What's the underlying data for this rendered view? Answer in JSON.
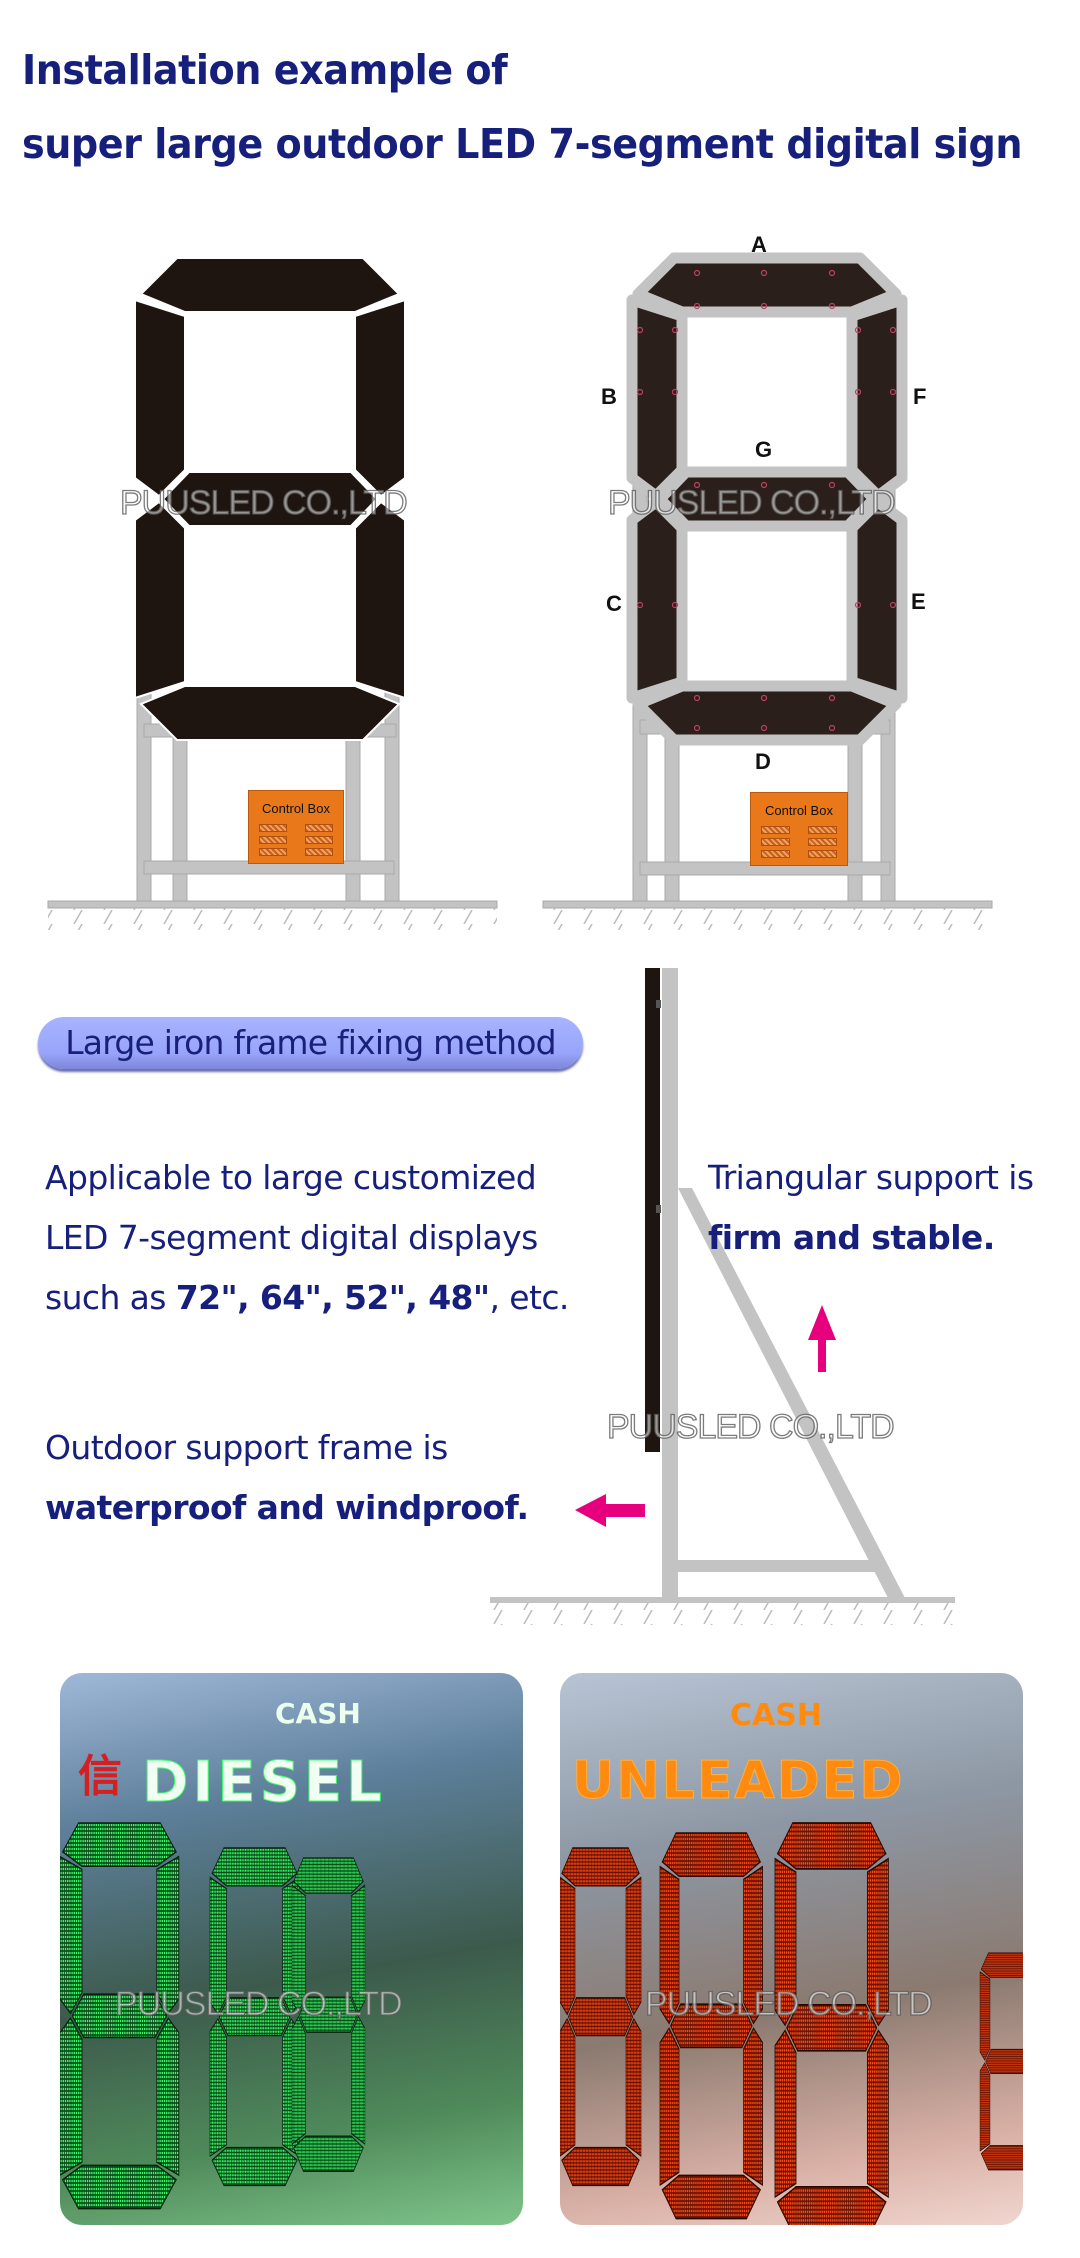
{
  "title": {
    "line1": "Installation example of",
    "line2": "super large outdoor LED 7-segment digital sign"
  },
  "watermark": "PUUSLED CO.,LTD",
  "diagram_left": {
    "control_box_label": "Control Box"
  },
  "diagram_right": {
    "segment_labels": {
      "A": "A",
      "B": "B",
      "C": "C",
      "D": "D",
      "E": "E",
      "F": "F",
      "G": "G"
    },
    "control_box_label": "Control Box"
  },
  "method": {
    "badge": "Large iron frame fixing method",
    "applicable_line1": "Applicable to large customized",
    "applicable_line2": "LED 7-segment digital displays",
    "applicable_line3_prefix": "such as",
    "sizes": "72\", 64\", 52\", 48\"",
    "applicable_line3_suffix": ", etc.",
    "triangular_line1": "Triangular support is",
    "triangular_line2": "firm and stable.",
    "outdoor_line1": "Outdoor support frame is",
    "outdoor_line2": "waterproof and windproof."
  },
  "photos": {
    "green": {
      "small_sign": "CASH",
      "big_sign": "DIESEL",
      "chinese_char": "信",
      "color": "#2fe05a"
    },
    "red": {
      "small_sign": "CASH",
      "big_sign": "UNLEADED",
      "color": "#ff4a1a"
    }
  },
  "colors": {
    "heading": "#16207c",
    "arrow": "#e6007e",
    "frame": "#c3c3c3",
    "segment": "#1e1410",
    "control_box": "#e8781a",
    "badge": "#a0acfc"
  }
}
